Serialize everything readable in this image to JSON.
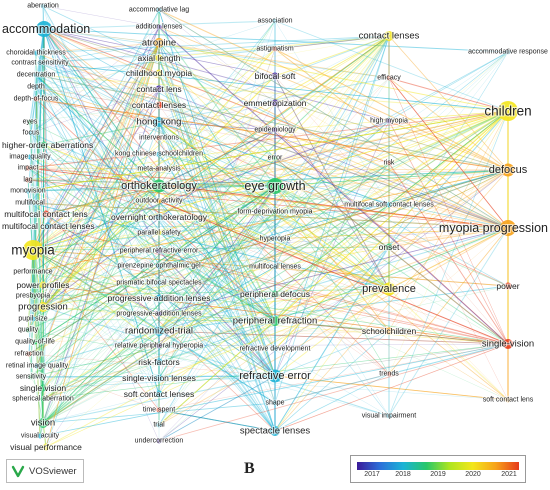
{
  "branding": {
    "logo_text": "VOSviewer"
  },
  "panel_label": "B",
  "legend": {
    "ticks": [
      "2017",
      "2018",
      "2019",
      "2020",
      "2021"
    ]
  },
  "colors": {
    "y2017": "#3b1a99",
    "y2018": "#1bb3d6",
    "y2019": "#28c76a",
    "y2020": "#f3e61c",
    "y2021": "#e63a1a",
    "y2020_5": "#f7a21a"
  },
  "nodes": [
    {
      "id": "aberration",
      "label": "aberration",
      "color": "y2018",
      "weight": 1
    },
    {
      "id": "accommodation",
      "label": "accommodation",
      "color": "y2018",
      "weight": 5
    },
    {
      "id": "choroidal-thickness",
      "label": "choroidal thickness",
      "color": "y2018",
      "weight": 1
    },
    {
      "id": "contrast-sensitivity",
      "label": "contrast sensitivity",
      "color": "y2018",
      "weight": 1
    },
    {
      "id": "decentration",
      "label": "decentration",
      "color": "y2018",
      "weight": 1
    },
    {
      "id": "depth",
      "label": "depth",
      "color": "y2018",
      "weight": 1
    },
    {
      "id": "depth-of-focus",
      "label": "depth-of-focus",
      "color": "y2021",
      "weight": 1
    },
    {
      "id": "eyes",
      "label": "eyes",
      "color": "y2019",
      "weight": 1
    },
    {
      "id": "focus",
      "label": "focus",
      "color": "y2018",
      "weight": 1
    },
    {
      "id": "higher-order-aberrations",
      "label": "higher-order aberrations",
      "color": "y2019",
      "weight": 2
    },
    {
      "id": "image-quality",
      "label": "image quality",
      "color": "y2018",
      "weight": 1
    },
    {
      "id": "impact",
      "label": "impact",
      "color": "y2021",
      "weight": 1
    },
    {
      "id": "lag",
      "label": "lag",
      "color": "y2021",
      "weight": 1
    },
    {
      "id": "monovision",
      "label": "monovision",
      "color": "y2018",
      "weight": 1
    },
    {
      "id": "multifocal",
      "label": "multifocal",
      "color": "y2018",
      "weight": 1
    },
    {
      "id": "multifocal-contact-lens",
      "label": "multifocal contact lens",
      "color": "y2021",
      "weight": 2
    },
    {
      "id": "multifocal-contact-lenses",
      "label": "multifocal contact lenses",
      "color": "y2018",
      "weight": 2
    },
    {
      "id": "myopia",
      "label": "myopia",
      "color": "y2020",
      "weight": 6
    },
    {
      "id": "performance",
      "label": "performance",
      "color": "y2019",
      "weight": 1
    },
    {
      "id": "power-profiles",
      "label": "power profiles",
      "color": "y2020",
      "weight": 2
    },
    {
      "id": "presbyopia",
      "label": "presbyopia",
      "color": "y2019",
      "weight": 1
    },
    {
      "id": "progression",
      "label": "progression",
      "color": "y2020",
      "weight": 3
    },
    {
      "id": "pupil-size",
      "label": "pupil size",
      "color": "y2018",
      "weight": 1
    },
    {
      "id": "quality",
      "label": "quality",
      "color": "y2019",
      "weight": 1
    },
    {
      "id": "quality-of-life",
      "label": "quality-of-life",
      "color": "y2019",
      "weight": 1
    },
    {
      "id": "refraction",
      "label": "refraction",
      "color": "y2021",
      "weight": 1
    },
    {
      "id": "retinal-image-quality",
      "label": "retinal image quality",
      "color": "y2018",
      "weight": 1
    },
    {
      "id": "sensitivity",
      "label": "sensitivity",
      "color": "y2019",
      "weight": 1
    },
    {
      "id": "single-vision",
      "label": "single vision",
      "color": "y2019",
      "weight": 2
    },
    {
      "id": "spherical-aberration",
      "label": "spherical aberration",
      "color": "y2019",
      "weight": 1
    },
    {
      "id": "vision",
      "label": "vision",
      "color": "y2019",
      "weight": 3
    },
    {
      "id": "visual-acuity",
      "label": "visual acuity",
      "color": "y2018",
      "weight": 1
    },
    {
      "id": "visual-performance",
      "label": "visual performance",
      "color": "y2020",
      "weight": 2
    },
    {
      "id": "accommodative-lag",
      "label": "accommodative lag",
      "color": "y2018",
      "weight": 1
    },
    {
      "id": "addition-lenses",
      "label": "addition lenses",
      "color": "y2017",
      "weight": 1
    },
    {
      "id": "atropine",
      "label": "atropine",
      "color": "y2020_5",
      "weight": 3
    },
    {
      "id": "axial-length",
      "label": "axial length",
      "color": "y2020",
      "weight": 2
    },
    {
      "id": "childhood-myopia",
      "label": "childhood myopia",
      "color": "y2020",
      "weight": 2
    },
    {
      "id": "contact-lens",
      "label": "contact lens",
      "color": "y2017",
      "weight": 2
    },
    {
      "id": "contact-lenses-l",
      "label": "contact lenses",
      "color": "y2021",
      "weight": 2
    },
    {
      "id": "hong-kong",
      "label": "hong-kong",
      "color": "y2018",
      "weight": 3
    },
    {
      "id": "interventions",
      "label": "interventions",
      "color": "y2021",
      "weight": 1
    },
    {
      "id": "kong-chinese-schoolchildren",
      "label": "kong chinese schoolchildren",
      "color": "y2018",
      "weight": 1
    },
    {
      "id": "meta-analysis",
      "label": "meta-analysis",
      "color": "y2021",
      "weight": 1
    },
    {
      "id": "orthokeratology",
      "label": "orthokeratology",
      "color": "y2019",
      "weight": 4
    },
    {
      "id": "outdoor-activity",
      "label": "outdoor activity",
      "color": "y2020_5",
      "weight": 1
    },
    {
      "id": "overnight-orthokeratology",
      "label": "overnight orthokeratology",
      "color": "y2018",
      "weight": 2
    },
    {
      "id": "parallel-safety",
      "label": "parallel safety",
      "color": "y2020",
      "weight": 1
    },
    {
      "id": "peripheral-refractive-error",
      "label": "peripheral refractive error",
      "color": "y2017",
      "weight": 1
    },
    {
      "id": "pirenzepine-ophthalmic-gel",
      "label": "pirenzepine ophthalmic gel",
      "color": "y2018",
      "weight": 1
    },
    {
      "id": "prismatic-bifocal-spectacles",
      "label": "prismatic bifocal spectacles",
      "color": "y2018",
      "weight": 1
    },
    {
      "id": "progressive-addition-lenses",
      "label": "progressive addition lenses",
      "color": "y2018",
      "weight": 2
    },
    {
      "id": "progressive-addition-lenses-2",
      "label": "progressive-addition lenses",
      "color": "y2017",
      "weight": 1
    },
    {
      "id": "randomized-trial",
      "label": "randomized-trial",
      "color": "y2018",
      "weight": 3
    },
    {
      "id": "relative-peripheral-hyperopia",
      "label": "relative peripheral hyperopia",
      "color": "y2017",
      "weight": 1
    },
    {
      "id": "risk-factors",
      "label": "risk-factors",
      "color": "y2018",
      "weight": 2
    },
    {
      "id": "single-vision-lenses",
      "label": "single-vision lenses",
      "color": "y2018",
      "weight": 2
    },
    {
      "id": "soft-contact-lenses-l",
      "label": "soft contact lenses",
      "color": "y2018",
      "weight": 2
    },
    {
      "id": "time-spent",
      "label": "time spent",
      "color": "y2021",
      "weight": 1
    },
    {
      "id": "trial",
      "label": "trial",
      "color": "y2018",
      "weight": 1
    },
    {
      "id": "undercorrection",
      "label": "undercorrection",
      "color": "y2017",
      "weight": 1
    },
    {
      "id": "association",
      "label": "association",
      "color": "y2018",
      "weight": 1
    },
    {
      "id": "astigmatism",
      "label": "astigmatism",
      "color": "y2021",
      "weight": 1
    },
    {
      "id": "bifocal-soft",
      "label": "bifocal soft",
      "color": "y2017",
      "weight": 2
    },
    {
      "id": "emmetropization",
      "label": "emmetropization",
      "color": "y2017",
      "weight": 2
    },
    {
      "id": "epidemiology",
      "label": "epidemiology",
      "color": "y2017",
      "weight": 1
    },
    {
      "id": "error",
      "label": "error",
      "color": "y2019",
      "weight": 1
    },
    {
      "id": "eye-growth",
      "label": "eye growth",
      "color": "y2019",
      "weight": 5
    },
    {
      "id": "form-deprivation-myopia",
      "label": "form-deprivation myopia",
      "color": "y2019",
      "weight": 1
    },
    {
      "id": "hyperopia",
      "label": "hyperopia",
      "color": "y2018",
      "weight": 1
    },
    {
      "id": "multifocal-lenses",
      "label": "multifocal lenses",
      "color": "y2018",
      "weight": 1
    },
    {
      "id": "peripheral-defocus",
      "label": "peripheral defocus",
      "color": "y2019",
      "weight": 2
    },
    {
      "id": "peripheral-refraction",
      "label": "peripheral refraction",
      "color": "y2019",
      "weight": 3
    },
    {
      "id": "refractive-development",
      "label": "refractive development",
      "color": "y2018",
      "weight": 1
    },
    {
      "id": "refractive-error",
      "label": "refractive error",
      "color": "y2018",
      "weight": 4
    },
    {
      "id": "shape",
      "label": "shape",
      "color": "y2018",
      "weight": 1
    },
    {
      "id": "spectacle-lenses",
      "label": "spectacle lenses",
      "color": "y2018",
      "weight": 3
    },
    {
      "id": "contact-lenses-r",
      "label": "contact lenses",
      "color": "y2020",
      "weight": 3
    },
    {
      "id": "efficacy",
      "label": "efficacy",
      "color": "y2021",
      "weight": 1
    },
    {
      "id": "high-myopia",
      "label": "high myopia",
      "color": "y2017",
      "weight": 1
    },
    {
      "id": "risk",
      "label": "risk",
      "color": "y2021",
      "weight": 1
    },
    {
      "id": "multifocal-soft-contact-lenses",
      "label": "multifocal soft contact lenses",
      "color": "y2018",
      "weight": 1
    },
    {
      "id": "onset",
      "label": "onset",
      "color": "y2019",
      "weight": 2
    },
    {
      "id": "prevalence",
      "label": "prevalence",
      "color": "y2020",
      "weight": 4
    },
    {
      "id": "schoolchildren",
      "label": "schoolchildren",
      "color": "y2020_5",
      "weight": 2
    },
    {
      "id": "trends",
      "label": "trends",
      "color": "y2021",
      "weight": 1
    },
    {
      "id": "visual-impairment",
      "label": "visual impairment",
      "color": "y2018",
      "weight": 1
    },
    {
      "id": "accommodative-response",
      "label": "accommodative response",
      "color": "y2018",
      "weight": 1
    },
    {
      "id": "children",
      "label": "children",
      "color": "y2020",
      "weight": 6
    },
    {
      "id": "defocus",
      "label": "defocus",
      "color": "y2020_5",
      "weight": 4
    },
    {
      "id": "myopia-progression",
      "label": "myopia progression",
      "color": "y2020_5",
      "weight": 5
    },
    {
      "id": "power",
      "label": "power",
      "color": "y2021",
      "weight": 2
    },
    {
      "id": "single-vision-r",
      "label": "single-vision",
      "color": "y2021",
      "weight": 3
    },
    {
      "id": "soft-contact-lens",
      "label": "soft contact lens",
      "color": "y2020_5",
      "weight": 1
    }
  ]
}
